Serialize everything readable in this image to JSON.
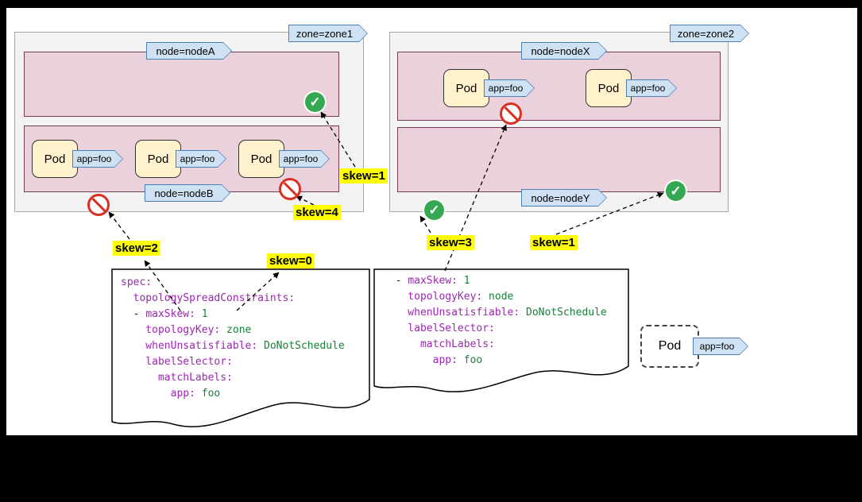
{
  "colors": {
    "zone_fill": "#f3f3f3",
    "node_fill": "#ead1dc",
    "pod_fill": "#fff2cc",
    "tag_fill": "#cfe2f3",
    "skew_highlight": "#ffff00",
    "check_green": "#34a853",
    "prohibit_red": "#d93025",
    "yaml_key": "#9c27b0",
    "yaml_value": "#188038"
  },
  "labels": {
    "pod": "Pod",
    "app_foo": "app=foo"
  },
  "zone1": {
    "tag": "zone=zone1",
    "nodeA": {
      "tag": "node=nodeA",
      "pods": []
    },
    "nodeB": {
      "tag": "node=nodeB",
      "pods": [
        "app=foo",
        "app=foo",
        "app=foo"
      ]
    }
  },
  "zone2": {
    "tag": "zone=zone2",
    "nodeX": {
      "tag": "node=nodeX",
      "pods": [
        "app=foo",
        "app=foo"
      ]
    },
    "nodeY": {
      "tag": "node=nodeY",
      "pods": []
    }
  },
  "skews": {
    "zone1_right": "skew=1",
    "zone1_below": "skew=4",
    "left_bottom": "skew=2",
    "center": "skew=0",
    "zone2_left": "skew=3",
    "zone2_center": "skew=1"
  },
  "code1": {
    "lines": [
      [
        {
          "t": "spec:",
          "c": "k"
        }
      ],
      [
        {
          "t": "  topologySpreadConstraints:",
          "c": "k"
        }
      ],
      [
        {
          "t": "  - ",
          "c": "p"
        },
        {
          "t": "maxSkew:",
          "c": "k"
        },
        {
          "t": " 1",
          "c": "v"
        }
      ],
      [
        {
          "t": "    topologyKey:",
          "c": "k"
        },
        {
          "t": " zone",
          "c": "v"
        }
      ],
      [
        {
          "t": "    whenUnsatisfiable:",
          "c": "k"
        },
        {
          "t": " DoNotSchedule",
          "c": "v"
        }
      ],
      [
        {
          "t": "    labelSelector:",
          "c": "k"
        }
      ],
      [
        {
          "t": "      matchLabels:",
          "c": "k"
        }
      ],
      [
        {
          "t": "        app:",
          "c": "k"
        },
        {
          "t": " foo",
          "c": "v"
        }
      ]
    ]
  },
  "code2": {
    "lines": [
      [
        {
          "t": "  - ",
          "c": "p"
        },
        {
          "t": "maxSkew:",
          "c": "k"
        },
        {
          "t": " 1",
          "c": "v"
        }
      ],
      [
        {
          "t": "    topologyKey:",
          "c": "k"
        },
        {
          "t": " node",
          "c": "v"
        }
      ],
      [
        {
          "t": "    whenUnsatisfiable:",
          "c": "k"
        },
        {
          "t": " DoNotSchedule",
          "c": "v"
        }
      ],
      [
        {
          "t": "    labelSelector:",
          "c": "k"
        }
      ],
      [
        {
          "t": "      matchLabels:",
          "c": "k"
        }
      ],
      [
        {
          "t": "        app:",
          "c": "k"
        },
        {
          "t": " foo",
          "c": "v"
        }
      ]
    ]
  },
  "incoming_pod": {
    "label": "Pod",
    "tag": "app=foo"
  }
}
